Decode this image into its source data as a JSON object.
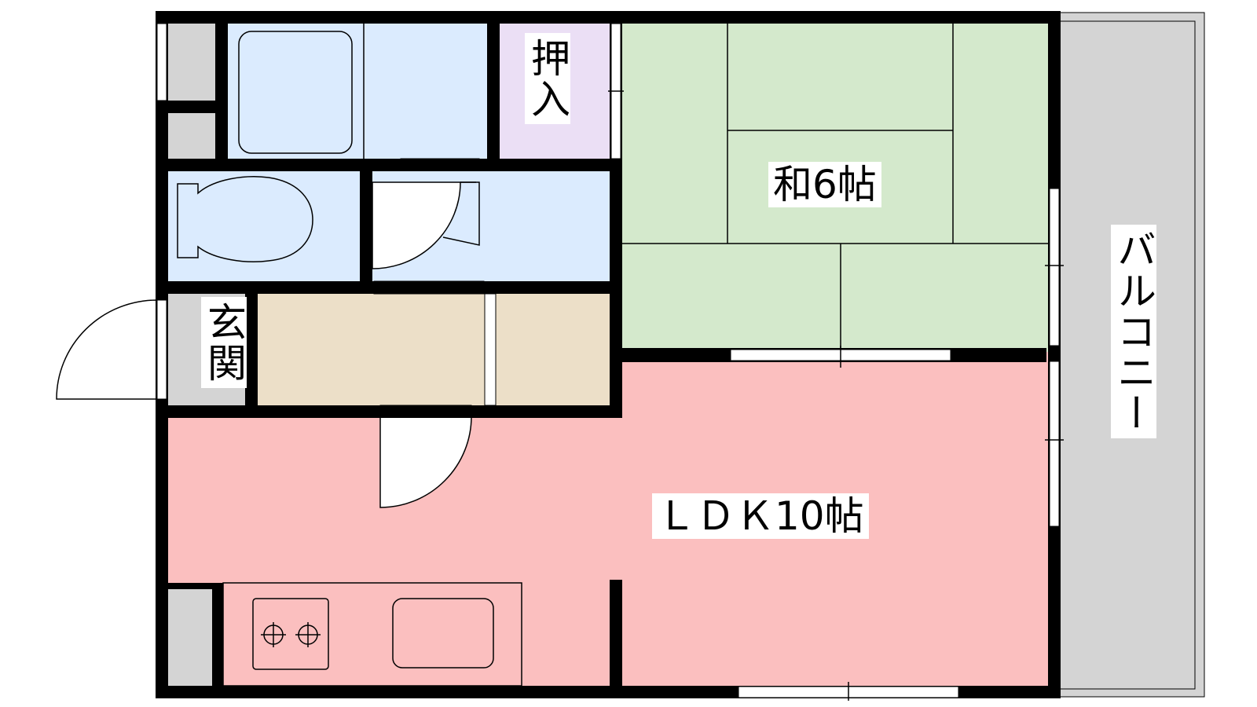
{
  "rooms": {
    "washitsu": {
      "label": "和6帖",
      "color": "#d4e9cc"
    },
    "ldk": {
      "label": "ＬＤＫ10帖",
      "color": "#fbbfbf"
    },
    "oshiire": {
      "label": "押入",
      "color": "#ebdff5"
    },
    "genkan": {
      "label": "玄関",
      "color": "#d4d4d4"
    },
    "balcony": {
      "label": "バルコニー",
      "color": "#d4d4d4"
    },
    "bath": {
      "color": "#dbebfe"
    },
    "toilet": {
      "color": "#dbebfe"
    },
    "hall": {
      "color": "#ecdfc8"
    }
  },
  "colors": {
    "wall": "#000000",
    "storage": "#d4d4d4"
  }
}
